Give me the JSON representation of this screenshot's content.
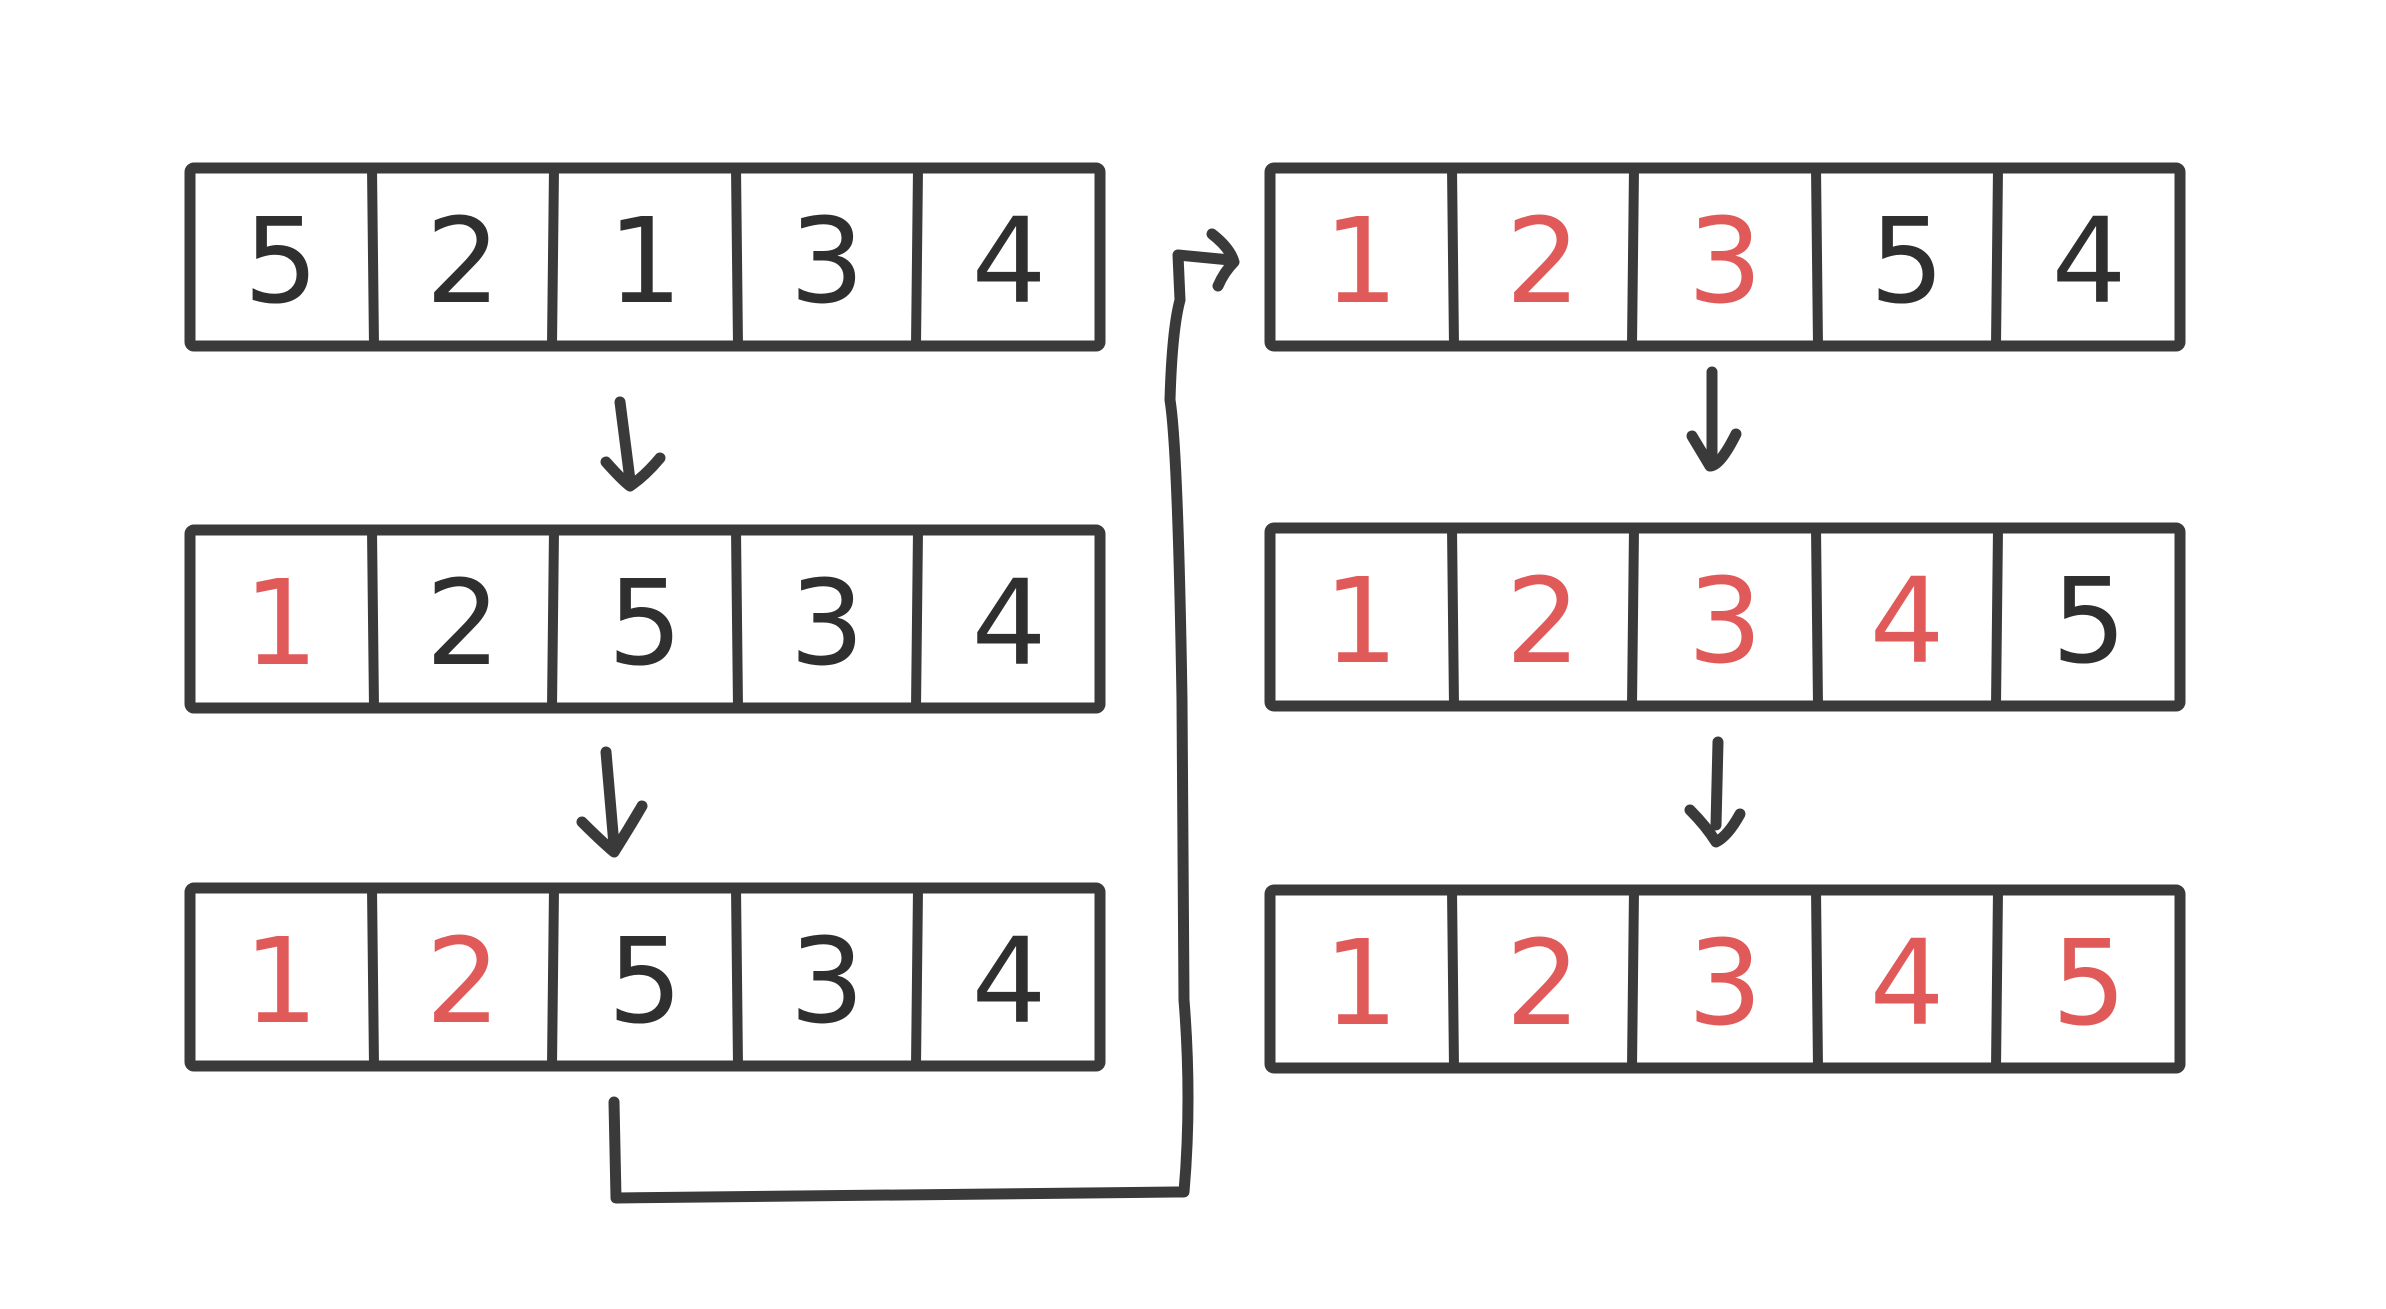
{
  "colors": {
    "outline": "#3a3a3a",
    "unsorted_digit": "#2f2f2f",
    "sorted_digit": "#e05a5a",
    "background": "#ffffff"
  },
  "steps": [
    {
      "label": "",
      "cells": [
        {
          "value": "5",
          "sorted": false
        },
        {
          "value": "2",
          "sorted": false
        },
        {
          "value": "1",
          "sorted": false
        },
        {
          "value": "3",
          "sorted": false
        },
        {
          "value": "4",
          "sorted": false
        }
      ]
    },
    {
      "label": "",
      "cells": [
        {
          "value": "1",
          "sorted": true
        },
        {
          "value": "2",
          "sorted": false
        },
        {
          "value": "5",
          "sorted": false
        },
        {
          "value": "3",
          "sorted": false
        },
        {
          "value": "4",
          "sorted": false
        }
      ]
    },
    {
      "label": "",
      "cells": [
        {
          "value": "1",
          "sorted": true
        },
        {
          "value": "2",
          "sorted": true
        },
        {
          "value": "5",
          "sorted": false
        },
        {
          "value": "3",
          "sorted": false
        },
        {
          "value": "4",
          "sorted": false
        }
      ]
    },
    {
      "label": "",
      "cells": [
        {
          "value": "1",
          "sorted": true
        },
        {
          "value": "2",
          "sorted": true
        },
        {
          "value": "3",
          "sorted": true
        },
        {
          "value": "5",
          "sorted": false
        },
        {
          "value": "4",
          "sorted": false
        }
      ]
    },
    {
      "label": "",
      "cells": [
        {
          "value": "1",
          "sorted": true
        },
        {
          "value": "2",
          "sorted": true
        },
        {
          "value": "3",
          "sorted": true
        },
        {
          "value": "4",
          "sorted": true
        },
        {
          "value": "5",
          "sorted": false
        }
      ]
    },
    {
      "label": "",
      "cells": [
        {
          "value": "1",
          "sorted": true
        },
        {
          "value": "2",
          "sorted": true
        },
        {
          "value": "3",
          "sorted": true
        },
        {
          "value": "4",
          "sorted": true
        },
        {
          "value": "5",
          "sorted": true
        }
      ]
    }
  ]
}
